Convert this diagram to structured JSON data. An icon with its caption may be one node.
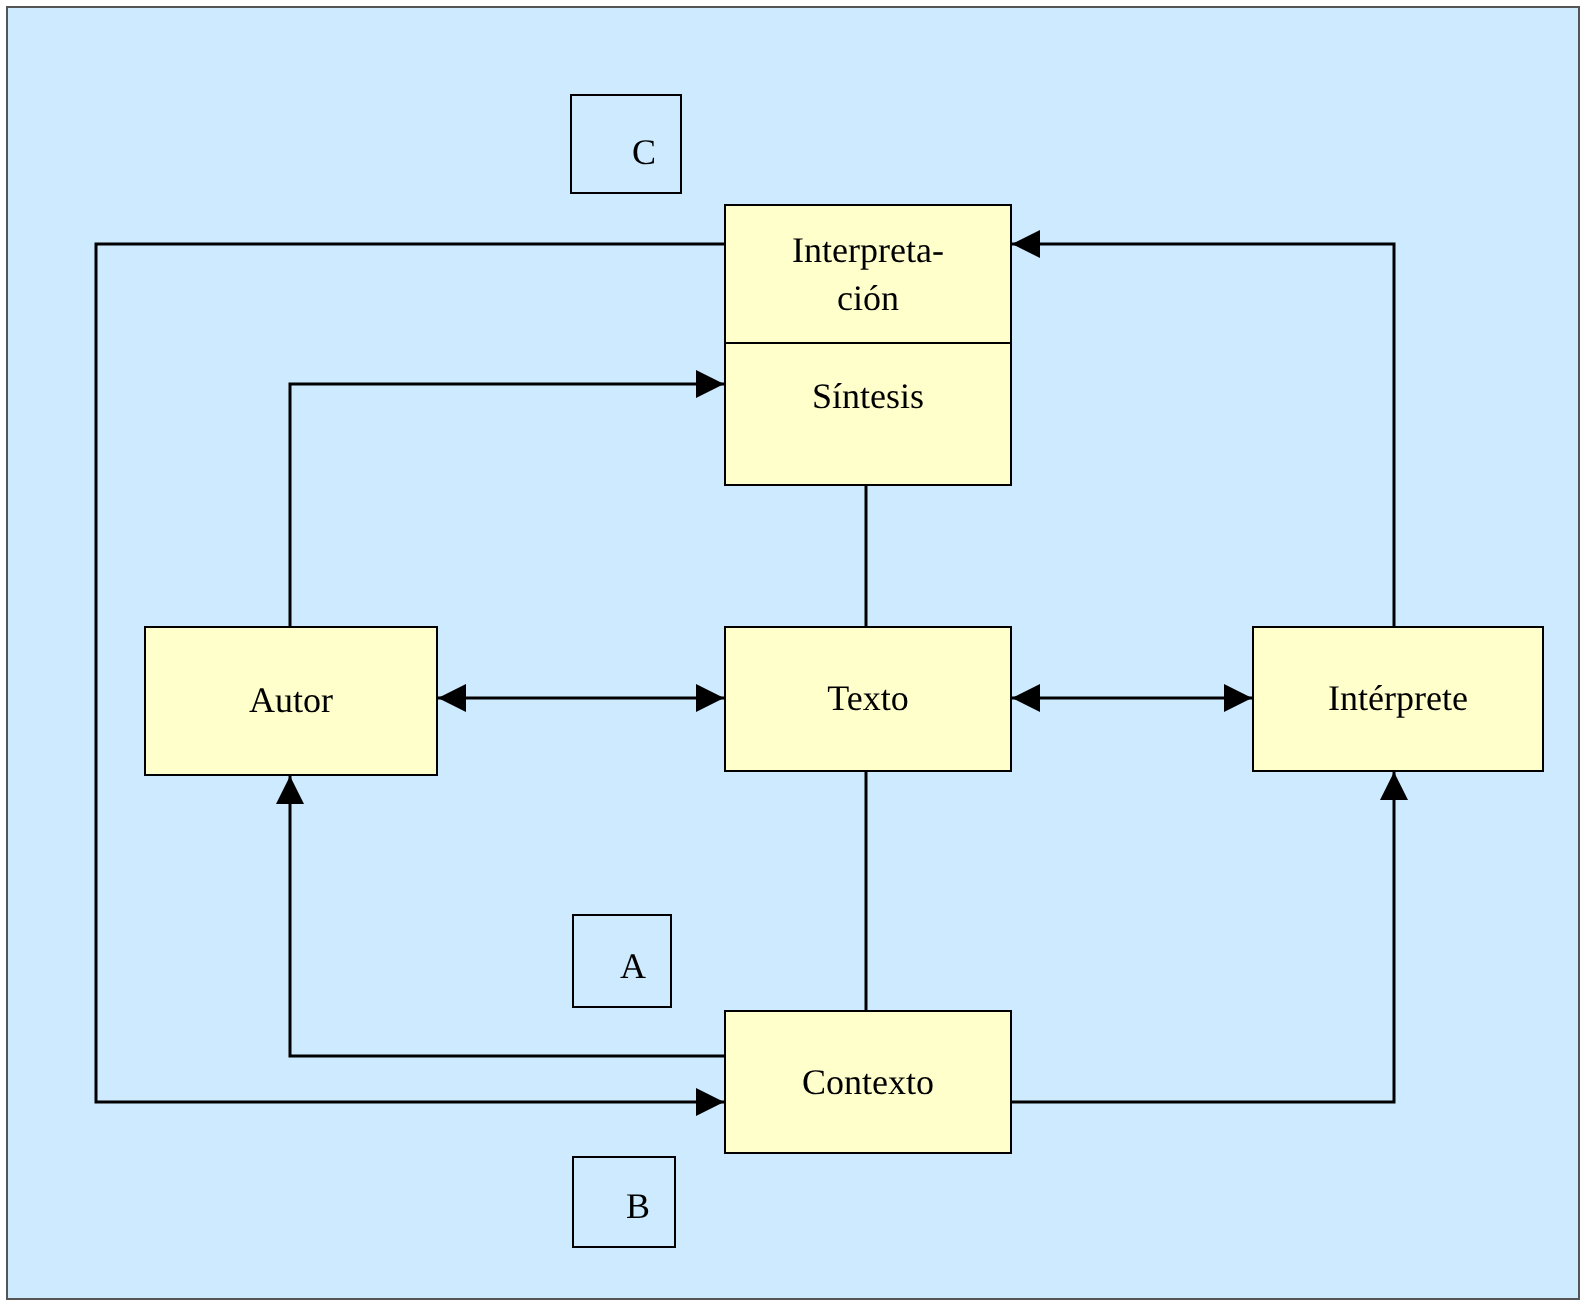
{
  "diagram": {
    "nodes": [
      {
        "text": [
          "C"
        ]
      },
      {
        "text": [
          "Interpreta- ción"
        ]
      },
      {
        "text": [
          "Síntesis"
        ]
      },
      {
        "text": [
          "Autor"
        ]
      },
      {
        "text": [
          "Texto"
        ]
      },
      {
        "text": [
          "Intérprete"
        ]
      },
      {
        "text": [
          "A"
        ]
      },
      {
        "text": [
          "Contexto"
        ]
      },
      {
        "text": [
          "B"
        ]
      }
    ],
    "edges": [
      {
        "from": 1,
        "to": 7,
        "arrow": "to"
      },
      {
        "from": 5,
        "to": 1,
        "arrow": "to"
      },
      {
        "from": 3,
        "to": 2,
        "arrow": "to"
      },
      {
        "from": 3,
        "to": 4,
        "arrow": "both"
      },
      {
        "from": 4,
        "to": 5,
        "arrow": "both"
      },
      {
        "from": 2,
        "to": 4,
        "arrow": "none"
      },
      {
        "from": 4,
        "to": 7,
        "arrow": "none"
      },
      {
        "from": 7,
        "to": 3,
        "arrow": "to"
      },
      {
        "from": 7,
        "to": 5,
        "arrow": "to"
      }
    ]
  }
}
